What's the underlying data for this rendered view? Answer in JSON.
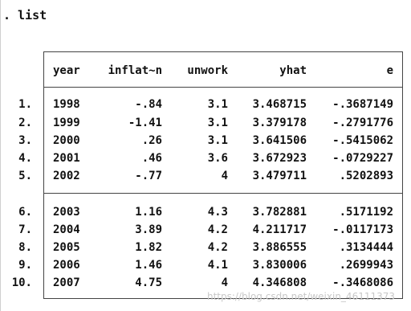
{
  "prompt": ". list",
  "headers": [
    "year",
    "inflat~n",
    "unwork",
    "yhat",
    "e"
  ],
  "rows": [
    {
      "idx": "1.",
      "cells": [
        "1998",
        "-.84",
        "3.1",
        "3.468715",
        "-.3687149"
      ]
    },
    {
      "idx": "2.",
      "cells": [
        "1999",
        "-1.41",
        "3.1",
        "3.379178",
        "-.2791776"
      ]
    },
    {
      "idx": "3.",
      "cells": [
        "2000",
        ".26",
        "3.1",
        "3.641506",
        "-.5415062"
      ]
    },
    {
      "idx": "4.",
      "cells": [
        "2001",
        ".46",
        "3.6",
        "3.672923",
        "-.0729227"
      ]
    },
    {
      "idx": "5.",
      "cells": [
        "2002",
        "-.77",
        "4",
        "3.479711",
        ".5202893"
      ]
    },
    {
      "idx": "6.",
      "cells": [
        "2003",
        "1.16",
        "4.3",
        "3.782881",
        ".5171192"
      ]
    },
    {
      "idx": "7.",
      "cells": [
        "2004",
        "3.89",
        "4.2",
        "4.211717",
        "-.0117173"
      ]
    },
    {
      "idx": "8.",
      "cells": [
        "2005",
        "1.82",
        "4.2",
        "3.886555",
        ".3134444"
      ]
    },
    {
      "idx": "9.",
      "cells": [
        "2006",
        "1.46",
        "4.1",
        "3.830006",
        ".2699943"
      ]
    },
    {
      "idx": "10.",
      "cells": [
        "2007",
        "4.75",
        "4",
        "4.346808",
        "-.3468086"
      ]
    }
  ],
  "watermark": "https://blog.csdn.net/weixin_46111373"
}
